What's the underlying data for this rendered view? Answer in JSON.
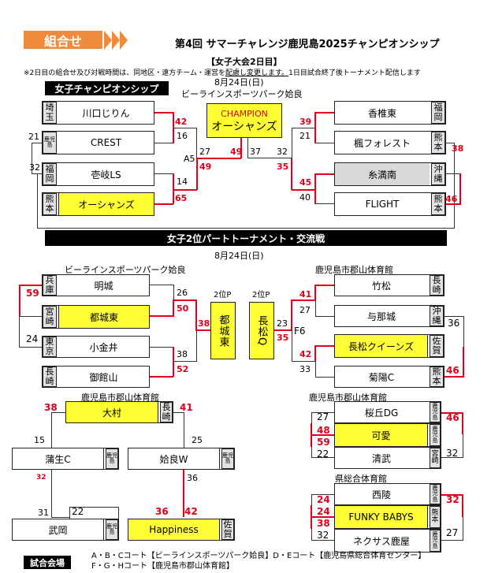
{
  "header": {
    "tag": "組合せ",
    "title": "第4回 サマーチャレンジ鹿児島2025チャンピオンシップ",
    "subtitle": "【女子大会2日目】",
    "note_pre": "※2日目の組合せ及び対戦時間は、同地区・遠方チーム・運営を",
    "note_u": "配慮し変更します。",
    "note_post": "1日目試合終了後トーナメント配信します"
  },
  "champ": {
    "bar": "女子チャンピオンシップ",
    "date": "8月24日(日)",
    "venue": "ビーラインスポーツパーク姶良",
    "champion_label": "CHAMPION",
    "champion": "オーシャンズ",
    "left": [
      {
        "pref": "埼玉",
        "name": "川口じりん"
      },
      {
        "pref": "鹿児島",
        "name": "CREST"
      },
      {
        "pref": "福岡",
        "name": "壱岐LS"
      },
      {
        "pref": "熊本",
        "name": "オーシャンズ"
      }
    ],
    "right": [
      {
        "pref": "福岡",
        "name": "香椎東"
      },
      {
        "pref": "熊本",
        "name": "楓フォレスト"
      },
      {
        "pref": "沖縄",
        "name": "糸満南"
      },
      {
        "pref": "熊本",
        "name": "FLIGHT"
      }
    ],
    "scores": {
      "l1a": "42",
      "l1b": "16",
      "l0": "21",
      "l2a": "14",
      "l2b": "65",
      "l3": "32",
      "a5": "A5",
      "sf_l": "27",
      "sf_lw": "49",
      "f_l": "49",
      "f_r": "37",
      "sf_r": "32",
      "sf_rw": "35",
      "r1a": "39",
      "r1b": "21",
      "r0": "38",
      "r2a": "45",
      "r2b": "40",
      "r3": "46"
    }
  },
  "second": {
    "bar": "女子2位パートトーナメント・交流戦",
    "date": "8月24日(日)",
    "venue_l": "ビーラインスポーツパーク姶良",
    "venue_r": "鹿児島市郡山体育館",
    "left": [
      {
        "pref": "兵庫",
        "name": "明城"
      },
      {
        "pref": "宮崎",
        "name": "都城東"
      },
      {
        "pref": "東京",
        "name": "小金井"
      },
      {
        "pref": "長崎",
        "name": "御館山"
      }
    ],
    "right": [
      {
        "pref": "長崎",
        "name": "竹松"
      },
      {
        "pref": "沖縄",
        "name": "与那城"
      },
      {
        "pref": "佐賀",
        "name": "長松クイーンズ"
      },
      {
        "pref": "熊本",
        "name": "菊陽C"
      }
    ],
    "mid_l_label": "2位P",
    "mid_l": "都城東",
    "mid_r_label": "2位P",
    "mid_r": "長松Q",
    "scores": {
      "a": "59",
      "b": "26",
      "c": "50",
      "d": "24",
      "e": "38",
      "f": "52",
      "g": "38",
      "h": "23",
      "i": "35",
      "f6": "F6",
      "j": "41",
      "k": "27",
      "l": "42",
      "m": "36",
      "n": "33",
      "o": "46"
    }
  },
  "g3": {
    "venue": "鹿児島市郡山体育館",
    "top": {
      "name": "大村",
      "pref": "長崎"
    },
    "ls": "38",
    "rs": "41",
    "l": "15",
    "r": "25",
    "mid": [
      {
        "name": "蒲生C",
        "pref": "鹿児島"
      },
      {
        "name": "姶良W",
        "pref": "鹿児島"
      }
    ],
    "s32": "32",
    "s36": "36",
    "bot": [
      {
        "name": "武岡",
        "pref": "鹿児島"
      },
      {
        "name": "Happiness",
        "pref": "佐賀"
      }
    ],
    "b31": "31",
    "b22": "22",
    "b36": "36",
    "b42": "42"
  },
  "g4": {
    "venue": "鹿児島市郡山体育館",
    "teams": [
      {
        "name": "桜丘DG",
        "pref": "鹿児島"
      },
      {
        "name": "可愛",
        "pref": "鹿児島"
      },
      {
        "name": "清武",
        "pref": "宮崎"
      }
    ],
    "s": [
      "27",
      "48",
      "59",
      "22"
    ],
    "r46": "46",
    "r32": "32"
  },
  "g5": {
    "venue": "県総合体育館",
    "teams": [
      {
        "name": "西陵",
        "pref": "鹿児島"
      },
      {
        "name": "FUNKY BABYS",
        "pref": "熊本"
      },
      {
        "name": "ネクサス鹿屋",
        "pref": "鹿児島"
      }
    ],
    "s": [
      "24",
      "24",
      "38",
      "32"
    ],
    "r32": "32",
    "r27": "27"
  },
  "footer": {
    "label": "試合会場",
    "line1": "A・B・Cコート【ビーラインスポーツパーク姶良】D・Eコート【鹿児島県総合体育センター】",
    "line2": "F・G・Hコート【鹿児島市郡山体育館】"
  }
}
